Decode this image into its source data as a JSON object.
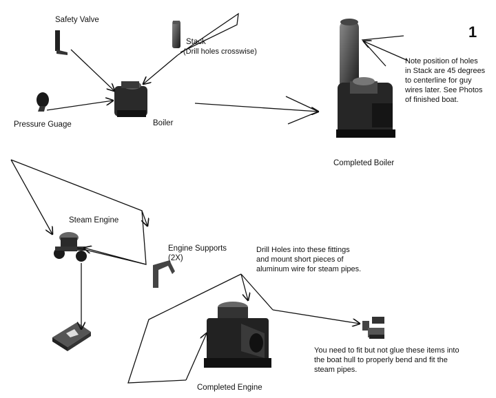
{
  "page_number": "1",
  "labels": {
    "safety_valve": "Safety Valve",
    "stack": "Stack",
    "stack_note": "(Drill holes crosswise)",
    "pressure_gauge": "Pressure Guage",
    "boiler": "Boiler",
    "completed_boiler": "Completed Boiler",
    "steam_engine": "Steam Engine",
    "engine_supports": "Engine Supports",
    "engine_supports_qty": "(2X)",
    "completed_engine": "Completed Engine"
  },
  "notes": {
    "stack_holes": [
      "Note position of holes",
      "in Stack are 45 degrees",
      "to centerline for guy",
      "wires later. See Photos",
      "of finished boat."
    ],
    "drill_holes": [
      "Drill Holes into these fittings",
      "and mount short pieces of",
      "aluminum wire for steam pipes."
    ],
    "fit_not_glue": [
      "You need to fit but not glue these items into",
      "the boat hull to properly bend and fit the",
      "steam pipes."
    ]
  }
}
